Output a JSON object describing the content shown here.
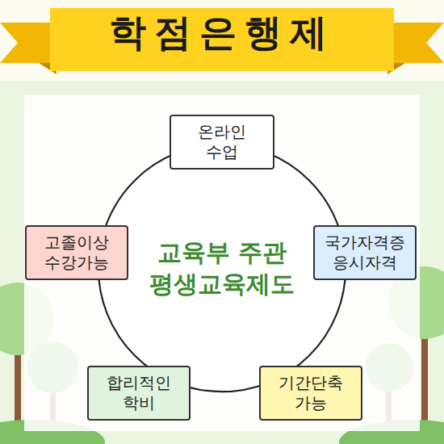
{
  "diagram": {
    "title": "학점은행제",
    "nodes": [
      {
        "text": [
          "교육부 주관 평생교육제도"
        ]
      },
      {
        "text": [
          "온라인 수업"
        ]
      },
      {
        "text": [
          "국가자격증 응시자격"
        ]
      },
      {
        "text": [
          "기간단축 가능"
        ]
      },
      {
        "text": [
          "합리적인 학비"
        ]
      },
      {
        "text": [
          "고졸이상 수강가능"
        ]
      }
    ]
  }
}
